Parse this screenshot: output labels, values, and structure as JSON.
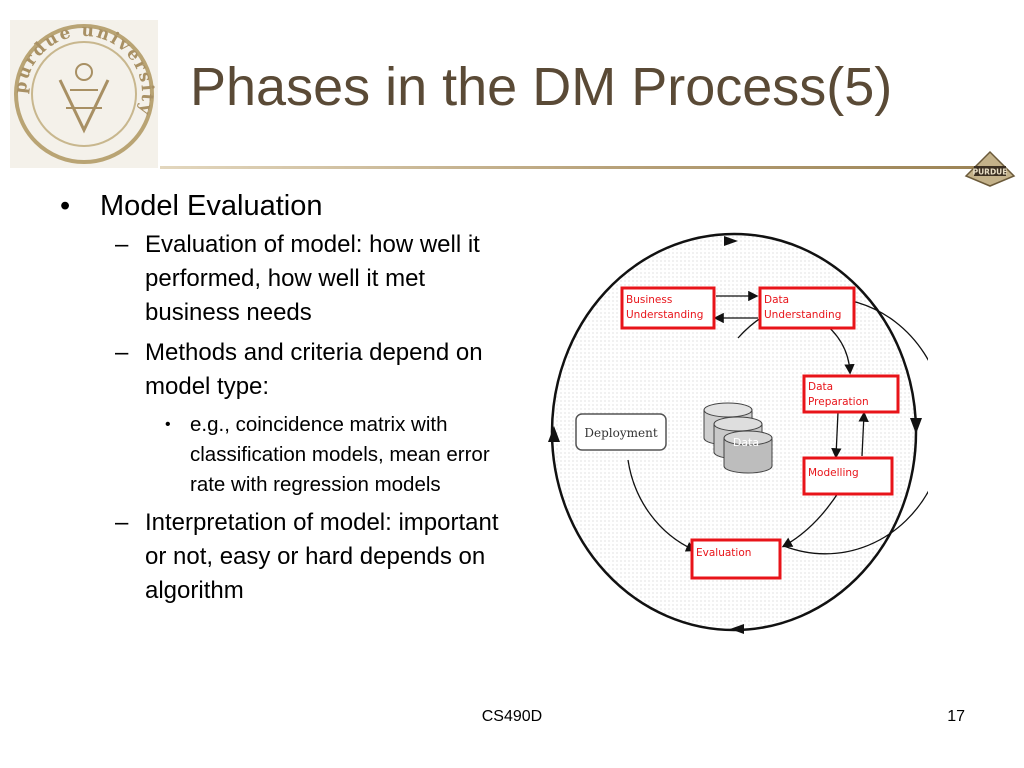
{
  "title": "Phases in the DM Process(5)",
  "logo_text": "purdue university",
  "mini_logo_text": "PURDUE",
  "bullets": [
    {
      "text": "Model Evaluation",
      "children": [
        {
          "text": "Evaluation of model:  how well it performed, how well it met business needs"
        },
        {
          "text": "Methods and criteria depend on model type:",
          "children": [
            {
              "text": "e.g., coincidence matrix with classification models, mean error rate with regression models"
            }
          ]
        },
        {
          "text": "Interpretation of model: important or not, easy or hard depends on algorithm"
        }
      ]
    }
  ],
  "diagram": {
    "business": [
      "Business",
      "Understanding"
    ],
    "data_und": [
      "Data",
      "Understanding"
    ],
    "data_prep": [
      "Data",
      "Preparation"
    ],
    "modelling": "Modelling",
    "evaluation": "Evaluation",
    "deployment": "Deployment",
    "data": "Data"
  },
  "colors": {
    "title": "#5a4a36",
    "highlight": "#e8141a",
    "rule": "#b8a27a"
  },
  "footer": {
    "center": "CS490D",
    "page": "17"
  }
}
